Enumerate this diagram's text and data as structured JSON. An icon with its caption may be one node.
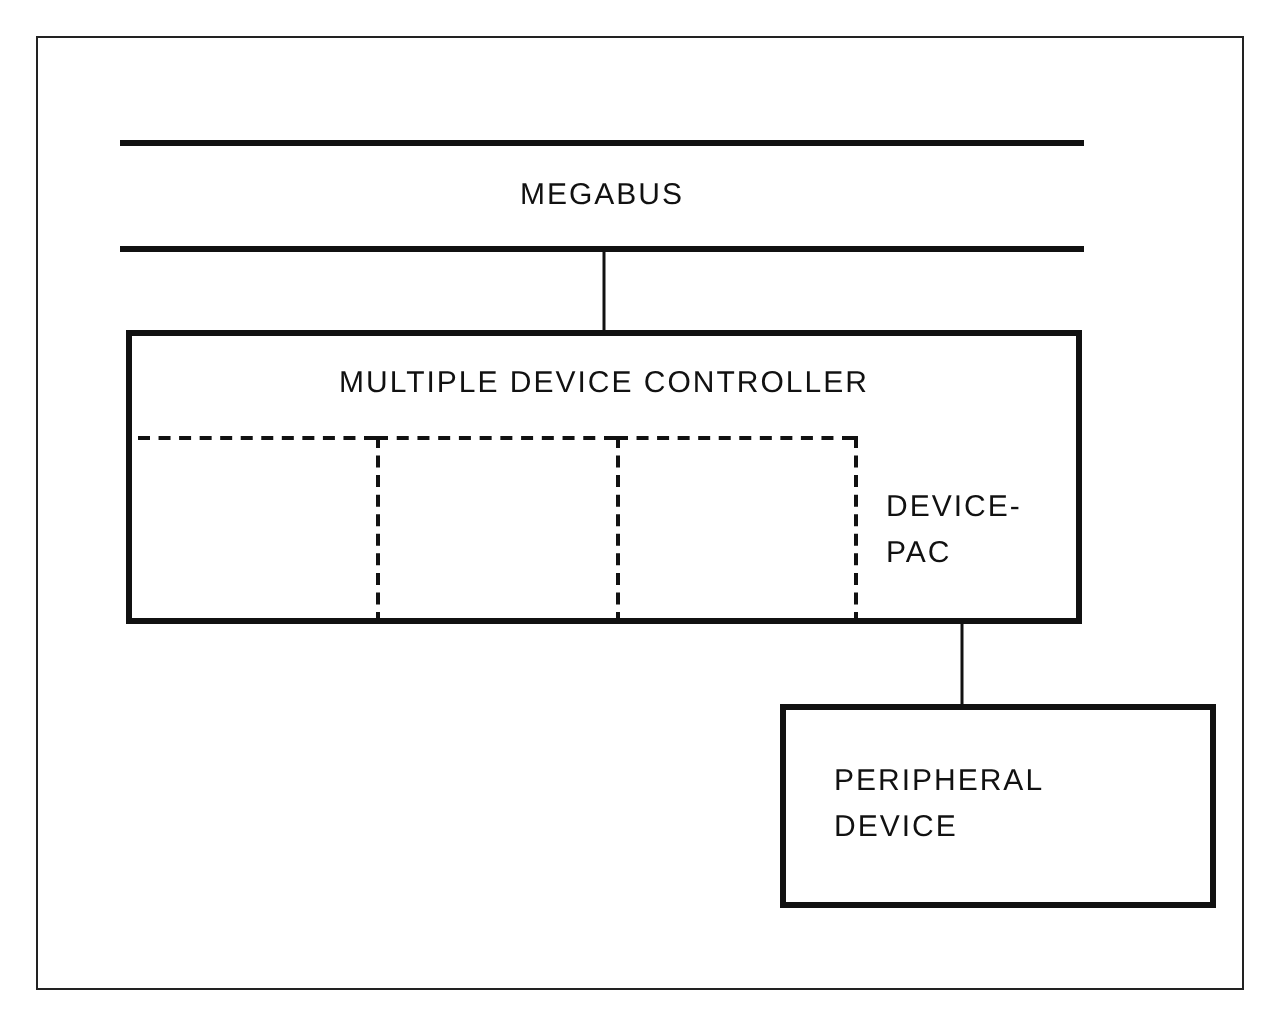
{
  "diagram": {
    "nodes": [
      {
        "text": [
          "MEGABUS"
        ]
      },
      {
        "text": [
          "MULTIPLE DEVICE CONTROLLER"
        ]
      },
      {
        "text": [],
        "shape": "box",
        "in": 1
      },
      {
        "text": [],
        "shape": "box",
        "in": 1
      },
      {
        "text": [],
        "shape": "box",
        "in": 1
      },
      {
        "text": [
          "DEVICE-PAC"
        ],
        "in": 1
      },
      {
        "text": [
          "PERIPHERAL DEVICE"
        ]
      }
    ],
    "edges": [
      {
        "from": 0,
        "to": 1,
        "arrow": "none"
      },
      {
        "from": 5,
        "to": 6,
        "arrow": "none"
      }
    ]
  }
}
